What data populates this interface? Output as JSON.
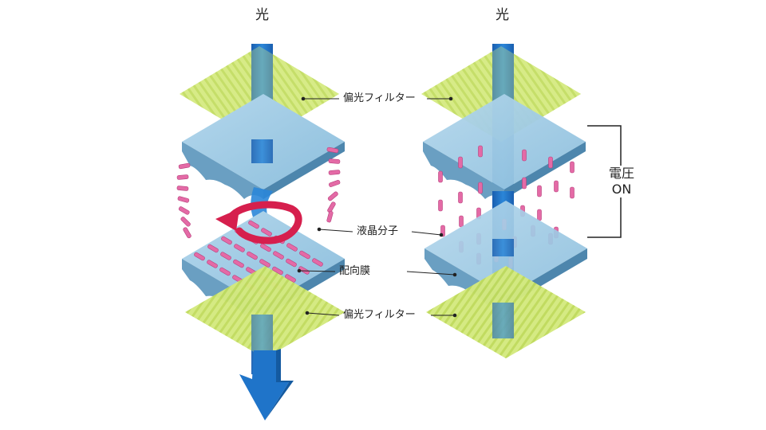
{
  "titles": {
    "left": "光",
    "right": "光"
  },
  "labels": {
    "polarizer_top": "偏光フィルター",
    "liquid_crystal": "液晶分子",
    "alignment_film": "配向膜",
    "polarizer_bottom": "偏光フィルター",
    "voltage_line1": "電圧",
    "voltage_line2": "ON"
  },
  "colors": {
    "polarizer": "#cfe66a",
    "polarizer_stripe": "#a9c93a",
    "glass_top": "#9cc9e3",
    "glass_side": "#5f95b8",
    "light_beam": "#1f74c9",
    "light_beam_dark": "#145aa0",
    "molecule": "#e46aa6",
    "twist_arrow": "#d61f4d"
  }
}
